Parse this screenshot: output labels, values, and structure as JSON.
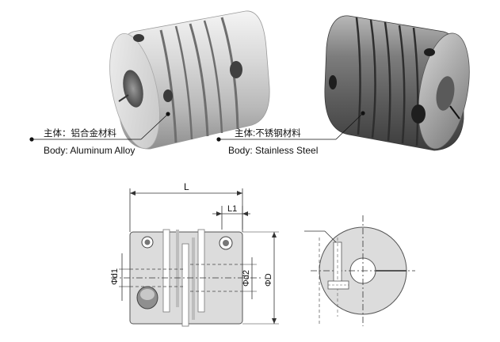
{
  "products": [
    {
      "label_cn": "主体：铝合金材料",
      "label_en": "Body: Aluminum Alloy"
    },
    {
      "label_cn": "主体:不锈钢材料",
      "label_en": "Body: Stainless Steel"
    }
  ],
  "dimensions": {
    "L": "L",
    "L1": "L1",
    "d1": "Φd1",
    "d2": "Φd2",
    "D": "ΦD"
  }
}
